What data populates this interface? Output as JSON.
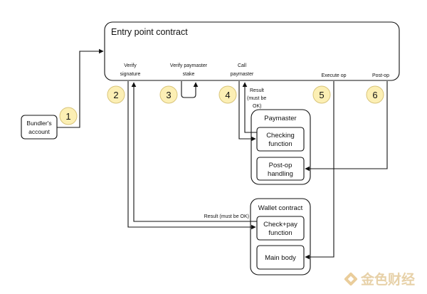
{
  "entry_point": {
    "title": "Entry point contract",
    "labels": {
      "verify_signature": [
        "Verify",
        "signature"
      ],
      "verify_paymaster_stake": [
        "Verify paymaster",
        "stake"
      ],
      "call_paymaster": [
        "Call",
        "paymaster"
      ],
      "execute_op": "Execute op",
      "post_op": "Post-op"
    }
  },
  "bundler": {
    "label": [
      "Bundler's",
      "account"
    ]
  },
  "paymaster": {
    "title": "Paymaster",
    "checking_function": [
      "Checking",
      "function"
    ],
    "post_op_handling": [
      "Post-op",
      "handling"
    ],
    "result_note": [
      "Result",
      "(must be",
      "OK)"
    ]
  },
  "wallet": {
    "title": "Wallet contract",
    "check_pay_function": [
      "Check+pay",
      "function"
    ],
    "main_body": "Main body",
    "result_note": "Result (must be OK)"
  },
  "steps": [
    "1",
    "2",
    "3",
    "4",
    "5",
    "6"
  ],
  "watermark": {
    "text": "金色财经"
  },
  "colors": {
    "step_fill": "#fcefb4",
    "line": "#111111"
  }
}
